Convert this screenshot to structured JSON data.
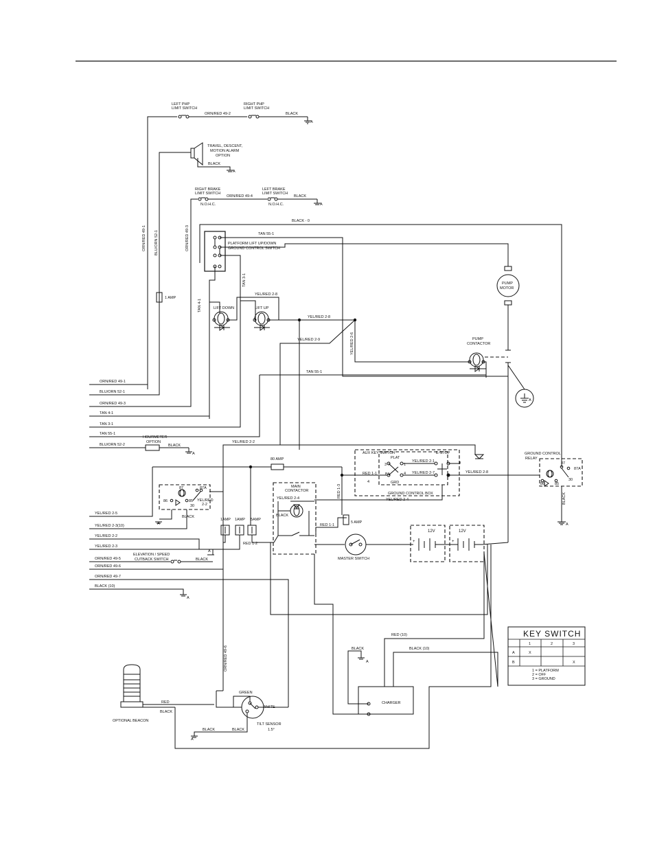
{
  "labels": {
    "left_pnp_1": "LEFT PHP",
    "left_pnp_2": "LIMIT SWITCH",
    "right_pnp_1": "RIGHT PHP",
    "right_pnp_2": "LIMIT SWITCH",
    "orn_red_49_2": "ORN/RED 49-2",
    "black_top": "BLACK",
    "ground_a": "A",
    "alarm_1": "TRAVEL, DESCENT,",
    "alarm_2": "MOTION ALARM",
    "alarm_3": "OPTION",
    "black_alarm": "BLACK",
    "right_brake_1": "RIGHT BRAKE",
    "right_brake_2": "LIMIT SWITCH",
    "nohc": "N.O.H.C.",
    "orn_red_49_4": "ORN/RED 49-4",
    "left_brake_1": "LEFT BRAKE",
    "left_brake_2": "LIMIT SWITCH",
    "black_brake": "BLACK",
    "black_0": "BLACK - 0",
    "tan_55_1": "TAN 55-1",
    "platform_switch_1": "PLATFORM LIFT UP/DOWN",
    "platform_switch_2": "GROUND CONTROL SWITCH",
    "v_orn_49_1": "ORN/RED 49-1",
    "v_blu_52_1": "BLU/ORN 52-1",
    "v_orn_49_3": "ORN/RED 49-3",
    "one_amp": "1 AMP",
    "tan_3_1": "TAN 3-1",
    "tan_4_1": "TAN 4-1",
    "yel_red_2_8": "YEL/RED 2-8",
    "lift_down": "LIFT DOWN",
    "lift_up": "LIFT UP",
    "yel_red_2_8b": "YEL/RED 2-8",
    "yel_red_2_9": "YEL/RED 2-9",
    "yel_red_2_6": "YEL/RED 2-6",
    "pump_motor_1": "PUMP",
    "pump_motor_2": "MOTOR",
    "pump_contactor_1": "PUMP",
    "pump_contactor_2": "CONTACTOR",
    "tan_55_1b": "TAN 55-1",
    "h_orn_49_1": "ORN/RED 49-1",
    "h_blu_52_1": "BLU/ORN 52-1",
    "h_orn_49_3": "ORN/RED 49-3",
    "h_tan_4_1": "TAN 4-1",
    "h_tan_3_1": "TAN 3-1",
    "h_tan_55_1": "TAN 55-1",
    "h_blu_52_2": "BLU/ORN 52-2",
    "hourmeter_1": "HOURMETER",
    "hourmeter_2": "OPTION",
    "black_hour": "BLACK",
    "yel_red_2_2": "YEL/RED 2-2",
    "eighty_amp": "80 AMP",
    "aux_key": "AUX KEY SWITCH",
    "estop": "E-STOP",
    "plat": "PLAT",
    "grd": "GRD",
    "red_1_1": "RED 1-1",
    "yel_red_2_1": "YEL/RED 2-1",
    "yel_red_2_7": "YEL/RED 2-7",
    "yel_red_2_8c": "YEL/RED 2-8",
    "ground_control_box": "GROUND CONTROL BOX",
    "yel_red_2_4": "YEL/RED 2-4",
    "ground_relay_1": "GROUND CONTROL",
    "ground_relay_2": "RELAY",
    "black_relay": "BLACK",
    "r87": "87",
    "r87a": "87A",
    "r86": "86",
    "r85": "85",
    "r30": "30",
    "main_contactor_1": "MAIN",
    "main_contactor_2": "CONTACTOR",
    "yel_red_2_4b": "YEL/RED 2-4",
    "black_main": "BLACK",
    "red_1_3": "RED 1-3",
    "five_amp": "5 AMP",
    "red_1_1b": "RED 1-1",
    "red_1_2": "RED 1-2",
    "amp_a": "1AMP",
    "amp_b": "1AMP",
    "amp_c": "5AMP",
    "twelve_v_1": "12V",
    "twelve_v_2": "12V",
    "master_switch": "MASTER SWITCH",
    "yel_red_2_2b": "YEL/RED",
    "two_2": "2-2",
    "black_left_relay": "BLACK",
    "h_yel_2_5": "YEL/RED 2-5",
    "h_yel_2_3_10": "YEL/RED 2-3(10)",
    "h_yel_2_2": "YEL/RED 2-2",
    "h_yel_2_3": "YEL/RED 2-3",
    "h_orn_49_5": "ORN/RED 49-5",
    "h_orn_49_6": "ORN/RED 49-6",
    "h_orn_49_7": "ORN/RED 49-7",
    "h_black_10": "BLACK (10)",
    "elevation_1": "ELEVATION / SPEED",
    "elevation_2": "CUTBACK SWITCH",
    "black_elev": "BLACK",
    "v_orn_49_6": "ORN/RED 49-6",
    "red_10": "RED (10)",
    "black_10": "BLACK (10)",
    "black_charger": "BLACK",
    "charger": "CHARGER",
    "red_beacon": "RED",
    "black_beacon": "BLACK",
    "optional_beacon": "OPTIONAL BEACON",
    "green": "GREEN",
    "white": "WHITE",
    "tilt_1": "TILT SENSOR",
    "tilt_2": "1.5°",
    "black_tilt_1": "BLACK",
    "black_tilt_2": "BLACK"
  },
  "key_switch": {
    "title": "KEY SWITCH",
    "col_1": "1",
    "col_2": "2",
    "col_3": "3",
    "row_a": "A",
    "row_b": "B",
    "x_a": "X",
    "x_b": "X",
    "legend_1": "1 = PLATFORM",
    "legend_2": "2 = OFF",
    "legend_3": "3 = GROUND"
  }
}
